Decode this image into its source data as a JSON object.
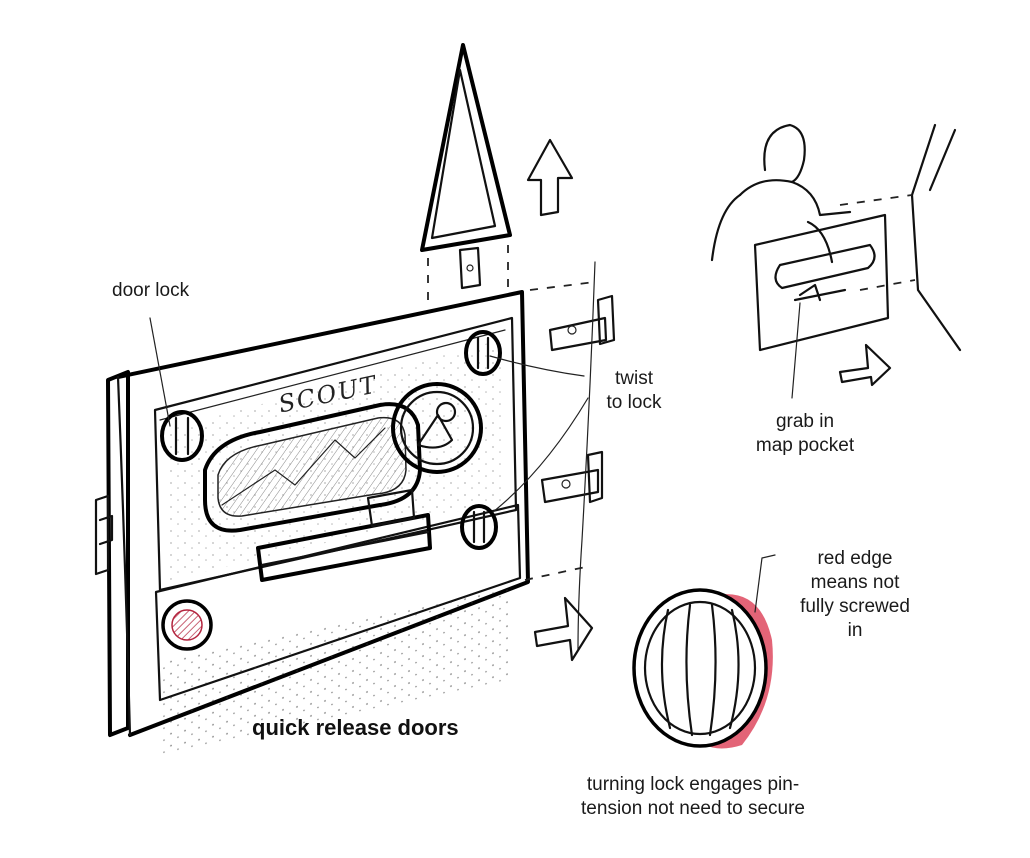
{
  "diagram": {
    "title": "quick release doors",
    "door_badge": "SCOUT",
    "labels": {
      "door_lock": "door lock",
      "twist_line1": "twist",
      "twist_line2": "to lock",
      "grab_line1": "grab in",
      "grab_line2": "map pocket",
      "red_line1": "red edge",
      "red_line2": "means not",
      "red_line3": "fully screwed",
      "red_line4": "in",
      "turning_line1": "turning lock engages pin-",
      "turning_line2": "tension not need to secure"
    },
    "colors": {
      "ink": "#111111",
      "red_indicator": "#d9304a",
      "red_light": "#c8455f"
    }
  }
}
